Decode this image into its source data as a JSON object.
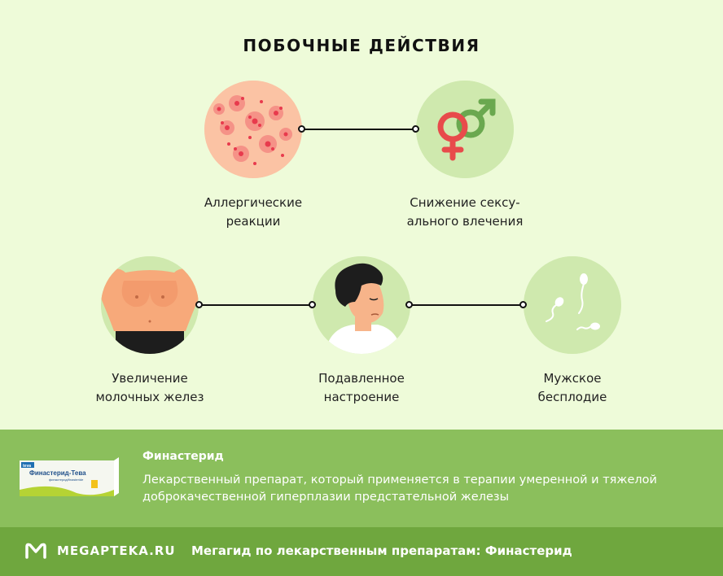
{
  "title": "ПОБОЧНЫЕ ДЕЙСТВИЯ",
  "effects": [
    {
      "line1": "Аллергические",
      "line2": "реакции",
      "icon": "allergy-rash-icon"
    },
    {
      "line1": "Снижение сексу-",
      "line2": "ального влечения",
      "icon": "gender-symbols-icon"
    },
    {
      "line1": "Увеличение",
      "line2": "молочных желез",
      "icon": "enlarged-chest-icon"
    },
    {
      "line1": "Подавленное",
      "line2": "настроение",
      "icon": "sad-man-icon"
    },
    {
      "line1": "Мужское",
      "line2": "бесплодие",
      "icon": "sperm-icon"
    }
  ],
  "drug": {
    "name": "Финастерид",
    "description": "Лекарственный препарат, который применяется в терапии умеренной и тяжелой доброкачественной гиперплазии предстательной железы",
    "box_brand": "teva",
    "box_title": "Финастерид-Тева",
    "box_sub": "финастерид/finasteride"
  },
  "footer": {
    "brand": "MEGAPTEKA.RU",
    "text": "Мегагид по лекарственным препаратам: Финастерид",
    "logo_icon": "megapteka-logo-icon"
  },
  "colors": {
    "background": "#eefbd9",
    "circle": "#cfe9ae",
    "info_band": "#8bbf5c",
    "footer": "#6fa73e",
    "female_symbol": "#e84b4b",
    "male_symbol": "#6aa84f"
  }
}
